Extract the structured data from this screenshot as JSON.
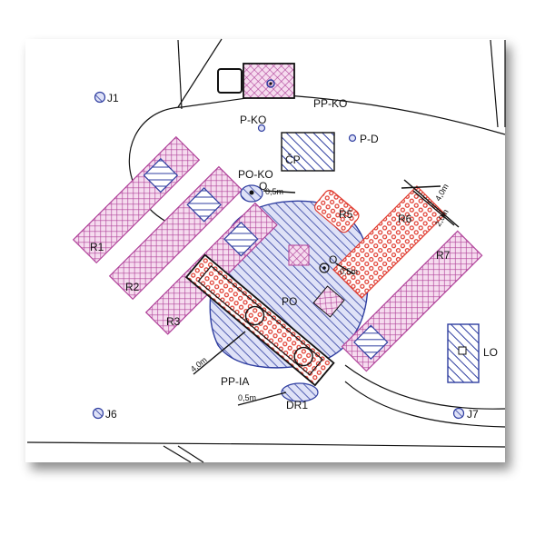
{
  "colors": {
    "purple": "#b0439a",
    "blue": "#2f3ea0",
    "red": "#e03a2e",
    "outline": "#111111",
    "blue_fill": "#dfe2f7",
    "pink_fill": "#f6dcef"
  },
  "labels": {
    "pp_ko": "PP-KO",
    "p_ko": "P-KO",
    "p_d": "P-D",
    "cp": "ČP",
    "po_ko": "PO-KO",
    "j1": "J1",
    "j6": "J6",
    "j7": "J7",
    "r1": "R1",
    "r2": "R2",
    "r3": "R3",
    "r5": "R5",
    "r6": "R6",
    "r7": "R7",
    "po": "PO",
    "pp_ia": "PP-IA",
    "dr1": "DR1",
    "lo": "LO",
    "o_top": "O",
    "o_mid": "O"
  },
  "dimensions": {
    "d_0_5_top": "0,5m",
    "d_0_5_mid": "0,5m",
    "d_0_5_bottom": "0,5m",
    "d_4_0_top": "4,0m",
    "d_2_0": "2,0m",
    "d_4_0_left": "4,0m"
  }
}
